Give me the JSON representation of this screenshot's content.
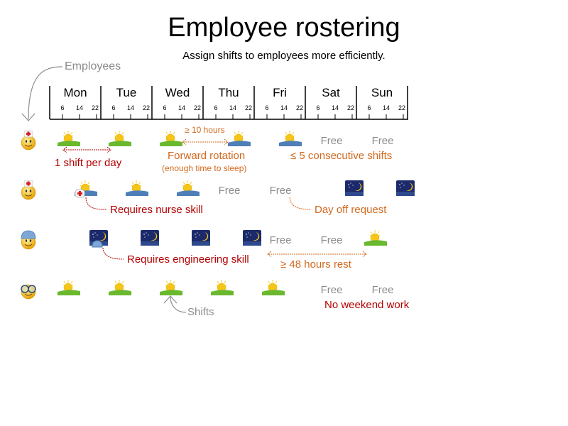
{
  "header": {
    "title": "Employee rostering",
    "subtitle": "Assign shifts to employees more efficiently."
  },
  "callouts": {
    "employees": "Employees",
    "shifts": "Shifts"
  },
  "timeline": {
    "days": [
      "Mon",
      "Tue",
      "Wed",
      "Thu",
      "Fri",
      "Sat",
      "Sun"
    ],
    "hour_ticks": [
      "6",
      "14",
      "22"
    ]
  },
  "shift_types": {
    "day": {
      "icon": "sunrise-green-icon",
      "colors": {
        "ground": "#6ab82e",
        "sun": "#f5c518"
      }
    },
    "late": {
      "icon": "sunrise-blue-icon",
      "colors": {
        "ground": "#4f7fb8",
        "sun": "#f5c518"
      }
    },
    "night": {
      "icon": "moon-night-icon",
      "colors": {
        "sky": "#1c2a6b",
        "moon": "#f5c518"
      }
    }
  },
  "employees": [
    {
      "name": "nurse-1",
      "avatar": "nurse-smiley-icon",
      "schedule": [
        "day",
        "day",
        "day",
        "late",
        "late",
        "Free",
        "Free"
      ]
    },
    {
      "name": "nurse-2",
      "avatar": "nurse-smiley-icon",
      "schedule": [
        "late",
        "late",
        "late",
        "Free",
        "Free",
        "night",
        "night"
      ]
    },
    {
      "name": "engineer",
      "avatar": "engineer-smiley-icon",
      "schedule": [
        "",
        "night",
        "night",
        "night",
        "night",
        "Free",
        "Free",
        "day"
      ]
    },
    {
      "name": "glasses",
      "avatar": "glasses-smiley-icon",
      "schedule": [
        "day",
        "day",
        "day",
        "day",
        "day",
        "Free",
        "Free"
      ]
    }
  ],
  "free_label": "Free",
  "constraints": {
    "one_shift_per_day": "1 shift per day",
    "min_rest": "≥ 10 hours",
    "forward_rotation": "Forward rotation",
    "forward_rotation_note": "(enough time to sleep)",
    "max_consecutive": "≤ 5 consecutive shifts",
    "nurse_skill": "Requires nurse skill",
    "day_off": "Day off request",
    "engineering_skill": "Requires engineering skill",
    "rest_48": "≥ 48 hours rest",
    "no_weekend": "No weekend work"
  },
  "colors": {
    "hard_constraint": "#b30000",
    "soft_constraint": "#d2691e",
    "annotation_gray": "#8c8c8c"
  }
}
